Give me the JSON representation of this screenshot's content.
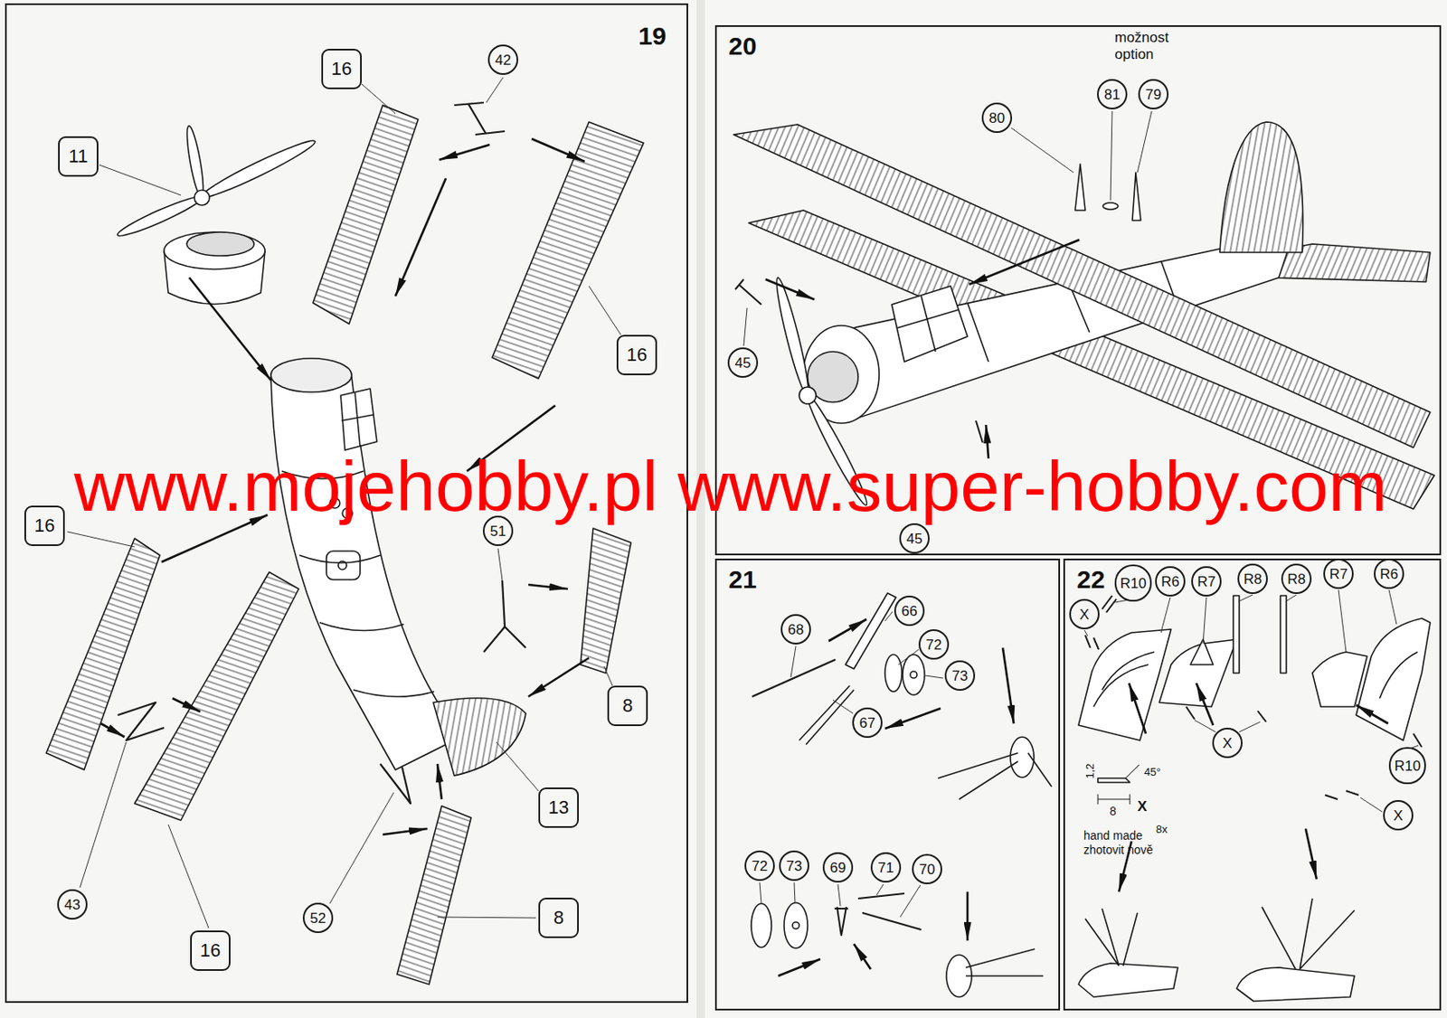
{
  "diagram": {
    "nodes": [
      {
        "text": [
          "19"
        ]
      },
      {
        "text": [
          "11"
        ],
        "in": 0
      },
      {
        "text": [
          "16"
        ],
        "in": 0
      },
      {
        "text": [
          "42"
        ],
        "in": 0
      },
      {
        "text": [
          "16"
        ],
        "in": 0
      },
      {
        "text": [
          "16"
        ],
        "in": 0
      },
      {
        "text": [
          "51"
        ],
        "in": 0
      },
      {
        "text": [
          "8"
        ],
        "in": 0
      },
      {
        "text": [
          "13"
        ],
        "in": 0
      },
      {
        "text": [
          "43"
        ],
        "in": 0
      },
      {
        "text": [
          "52"
        ],
        "in": 0
      },
      {
        "text": [
          "8"
        ],
        "in": 0
      },
      {
        "text": [
          "16"
        ],
        "in": 0
      },
      {
        "text": [
          "20"
        ]
      },
      {
        "text": [
          "80"
        ],
        "in": 13
      },
      {
        "text": [
          "81"
        ],
        "in": 13
      },
      {
        "text": [
          "79"
        ],
        "in": 13
      },
      {
        "text": [
          "45"
        ],
        "in": 13
      },
      {
        "text": [
          "45"
        ],
        "in": 13
      },
      {
        "text": [
          "21"
        ]
      },
      {
        "text": [
          "66"
        ],
        "in": 19
      },
      {
        "text": [
          "68"
        ],
        "in": 19
      },
      {
        "text": [
          "72"
        ],
        "in": 19
      },
      {
        "text": [
          "73"
        ],
        "in": 19
      },
      {
        "text": [
          "67"
        ],
        "in": 19
      },
      {
        "text": [
          "72"
        ],
        "in": 19
      },
      {
        "text": [
          "73"
        ],
        "in": 19
      },
      {
        "text": [
          "69"
        ],
        "in": 19
      },
      {
        "text": [
          "71"
        ],
        "in": 19
      },
      {
        "text": [
          "70"
        ],
        "in": 19
      },
      {
        "text": [
          "22"
        ]
      },
      {
        "text": [
          "R10"
        ],
        "in": 30
      },
      {
        "text": [
          "R6"
        ],
        "in": 30
      },
      {
        "text": [
          "R7"
        ],
        "in": 30
      },
      {
        "text": [
          "R8"
        ],
        "in": 30
      },
      {
        "text": [
          "R8"
        ],
        "in": 30
      },
      {
        "text": [
          "R7"
        ],
        "in": 30
      },
      {
        "text": [
          "R6"
        ],
        "in": 30
      },
      {
        "text": [
          "X"
        ],
        "in": 30
      },
      {
        "text": [
          "X"
        ],
        "in": 30
      },
      {
        "text": [
          "R10"
        ],
        "in": 30
      },
      {
        "text": [
          "X"
        ],
        "in": 30
      }
    ],
    "labels": [
      "www.mojehobby.pl www.super-hobby.com",
      "možnost option",
      "1,2",
      "45°",
      "8",
      "X",
      "hand made zhotovit nově",
      "8x"
    ]
  }
}
